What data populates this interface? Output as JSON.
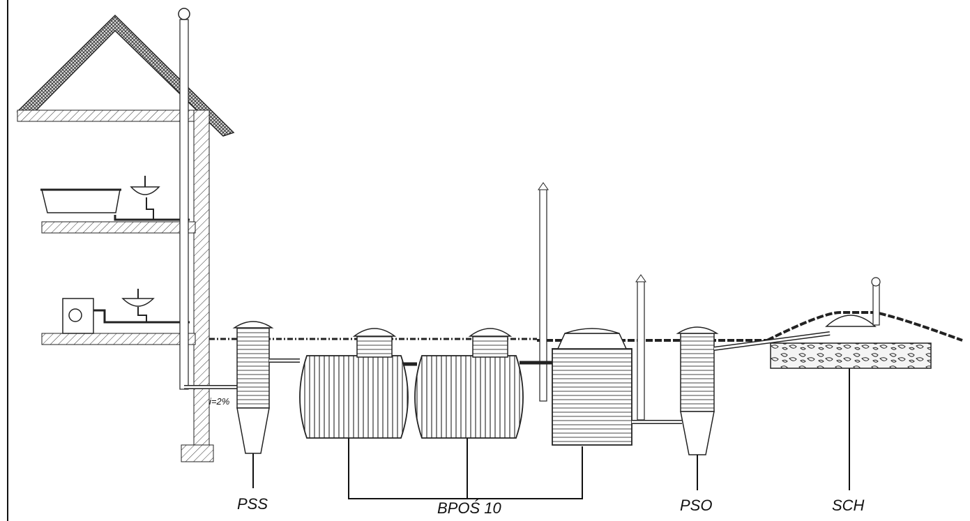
{
  "diagram": {
    "labels": {
      "pss": "PSS",
      "bpos": "BPOŚ 10",
      "pso": "PSO",
      "sch": "SCH",
      "slope": "i=2%"
    }
  }
}
